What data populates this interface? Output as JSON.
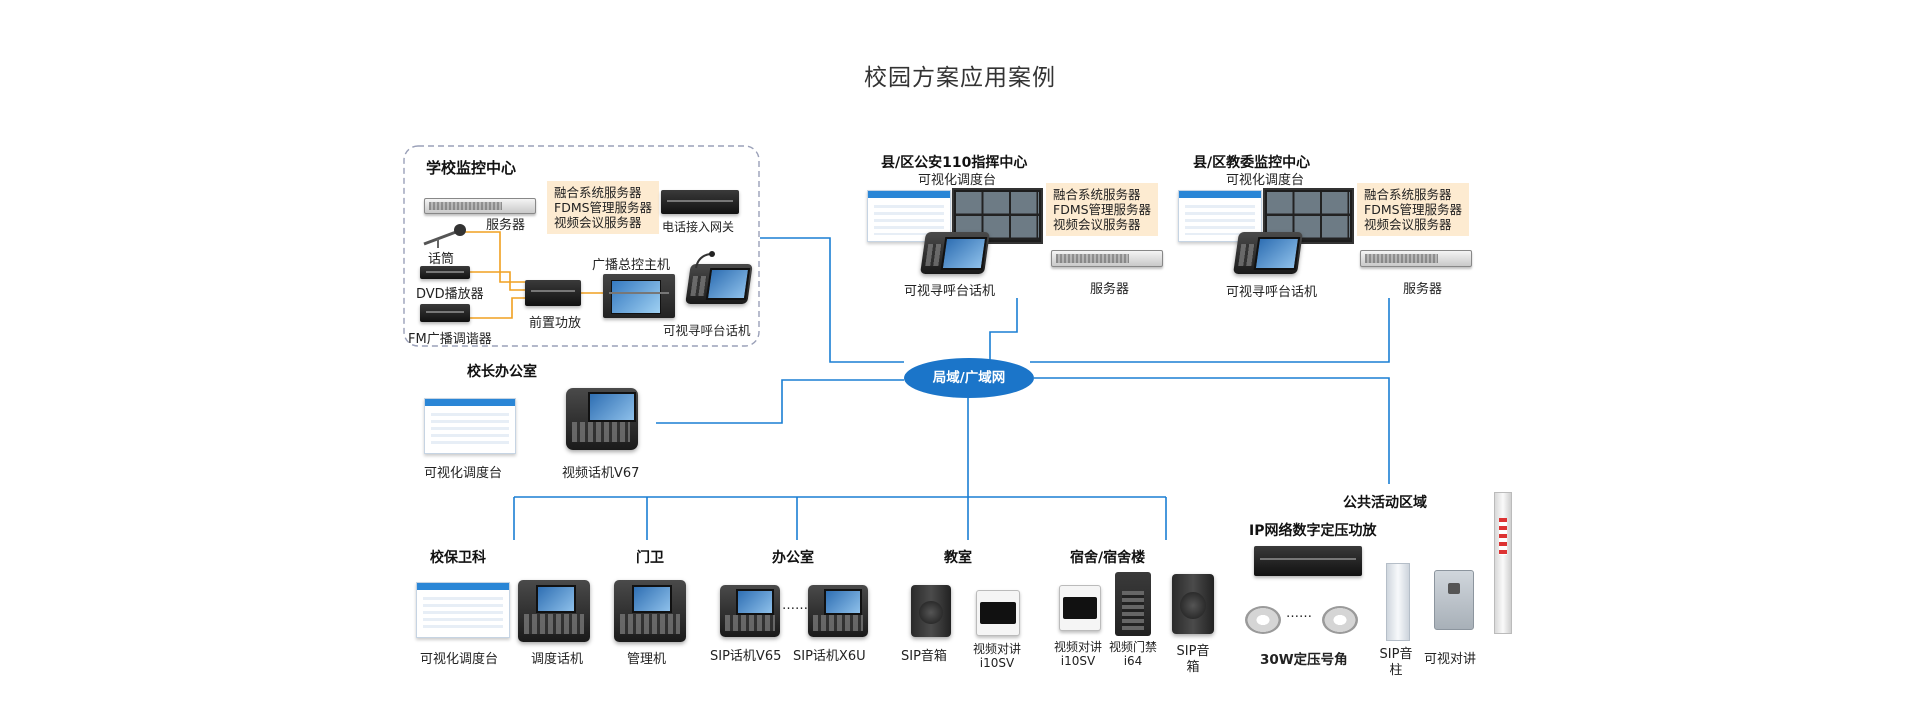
{
  "title": "校园方案应用案例",
  "school_center": {
    "heading": "学校监控中心",
    "server": "服务器",
    "services": [
      "融合系统服务器",
      "FDMS管理服务器",
      "视频会议服务器"
    ],
    "phone_gateway": "电话接入网关",
    "microphone": "话筒",
    "dvd": "DVD播放器",
    "fm": "FM广播调谐器",
    "preamp": "前置功放",
    "broadcast_host": "广播总控主机",
    "call_phone": "可视寻呼台话机"
  },
  "police_center": {
    "heading": "县/区公安110指挥中心",
    "console": "可视化调度台",
    "services": [
      "融合系统服务器",
      "FDMS管理服务器",
      "视频会议服务器"
    ],
    "call_phone": "可视寻呼台话机",
    "server": "服务器"
  },
  "edu_center": {
    "heading": "县/区教委监控中心",
    "console": "可视化调度台",
    "services": [
      "融合系统服务器",
      "FDMS管理服务器",
      "视频会议服务器"
    ],
    "call_phone": "可视寻呼台话机",
    "server": "服务器"
  },
  "network": "局域/广域网",
  "principal_office": {
    "heading": "校长办公室",
    "console": "可视化调度台",
    "phone": "视频话机V67"
  },
  "security": {
    "heading": "校保卫科",
    "console": "可视化调度台",
    "phone": "调度话机"
  },
  "gate": {
    "heading": "门卫",
    "phone": "管理机"
  },
  "office": {
    "heading": "办公室",
    "phone1": "SIP话机V65",
    "phone2": "SIP话机X6U",
    "dots": "……"
  },
  "classroom": {
    "heading": "教室",
    "speaker": "SIP音箱",
    "intercom": "视频对讲i10SV"
  },
  "dorm": {
    "heading": "宿舍/宿舍楼",
    "intercom": "视频对讲i10SV",
    "door": "视频门禁i64",
    "speaker": "SIP音箱"
  },
  "public": {
    "heading": "公共活动区域",
    "amp_heading": "IP网络数字定压功放",
    "horn": "30W定压号角",
    "column": "SIP音柱",
    "intercom": "可视对讲",
    "dots": "……"
  },
  "colors": {
    "line": "#1a7fd4",
    "orange_line": "#f0a020",
    "network": "#1b75c9",
    "service_bg": "#fdebd1",
    "dashed_border": "#9aa0b8"
  }
}
